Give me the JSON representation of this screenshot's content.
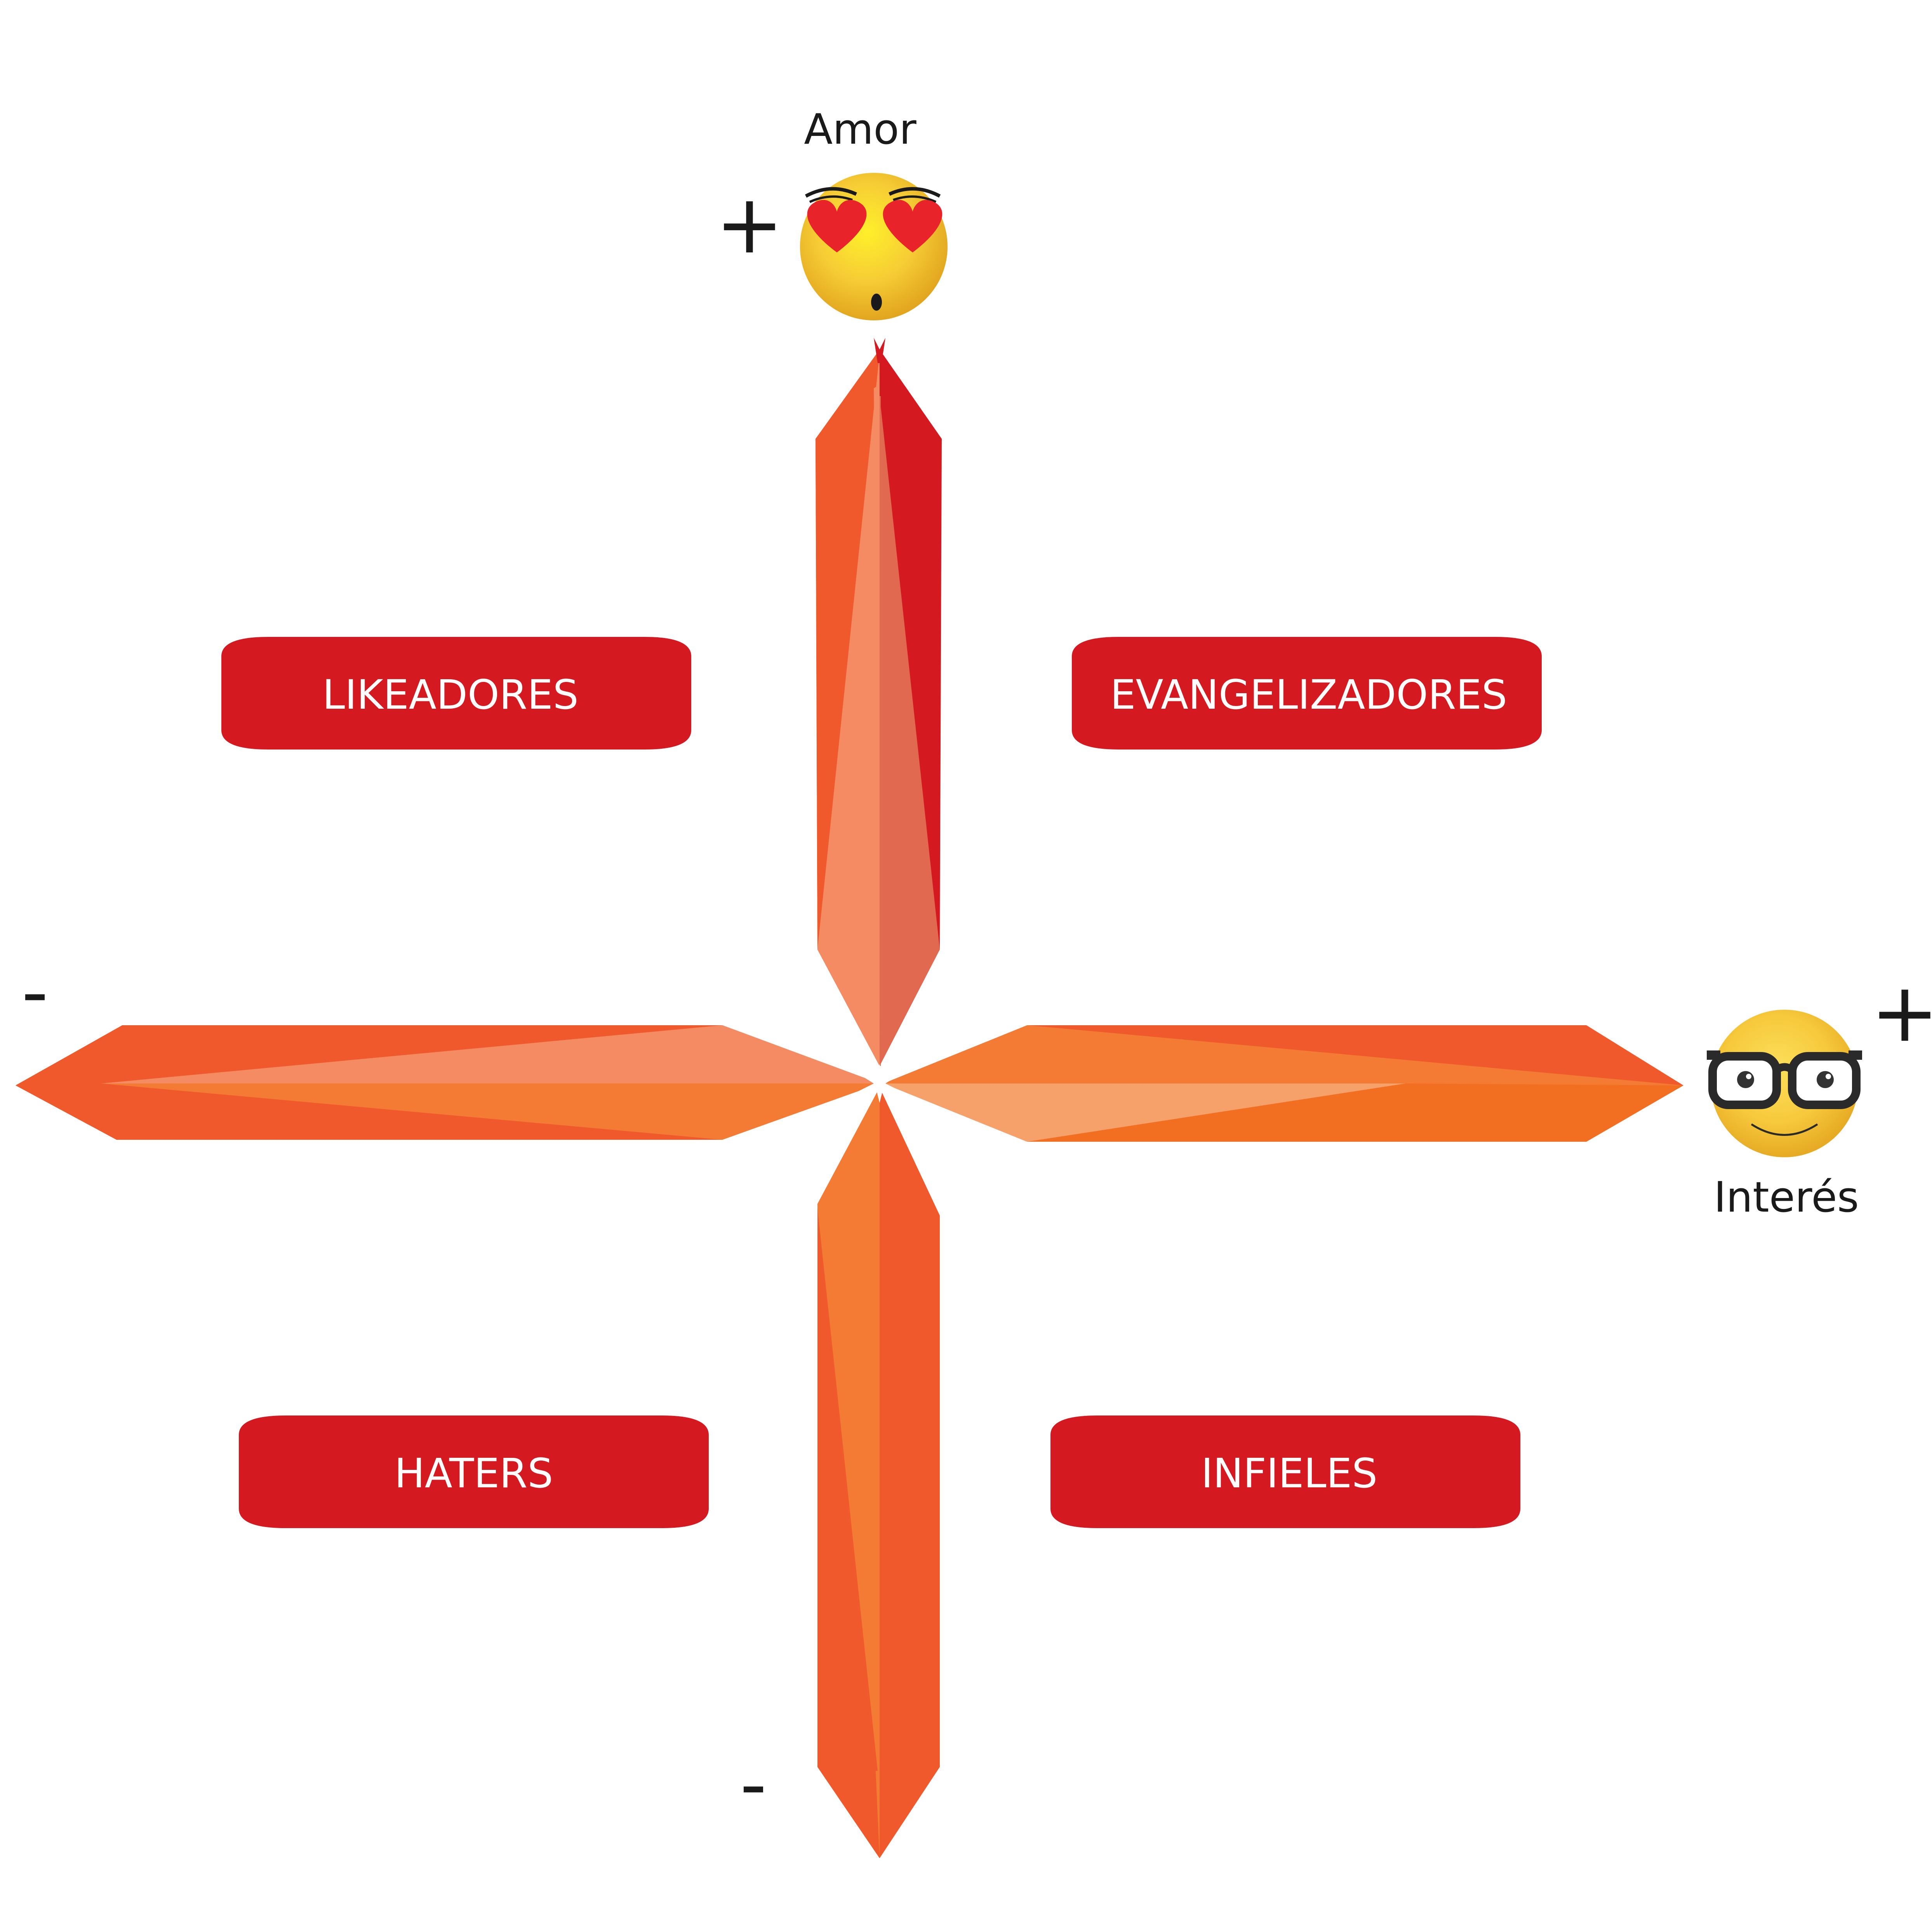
{
  "axes": {
    "vertical": {
      "label": "Amor",
      "positive_sign": "+",
      "negative_sign": "-",
      "icon": "heart-eyes-face-icon"
    },
    "horizontal": {
      "label": "Interés",
      "positive_sign": "+",
      "negative_sign": "-",
      "icon": "nerd-glasses-face-icon"
    }
  },
  "quadrants": {
    "top_left": "LIKEADORES",
    "top_right": "EVANGELIZADORES",
    "bottom_left": "HATERS",
    "bottom_right": "INFIELES"
  },
  "colors": {
    "pill": "#d41920",
    "arrow_dark_red": "#d41920",
    "arrow_orange": "#f0592b",
    "arrow_orange_mid": "#f47b34",
    "arrow_light": "#f58b62",
    "arrow_muted": "#e06950",
    "arrow_deep_orange": "#f26f22",
    "face_yellow": "#f7c93c",
    "heart_red": "#e8232a"
  }
}
